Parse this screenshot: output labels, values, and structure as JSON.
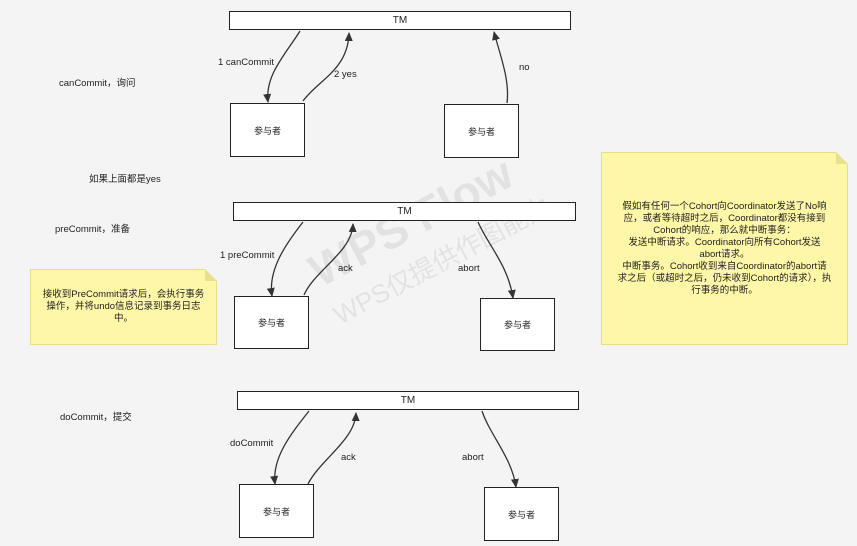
{
  "tm_label": "TM",
  "participant_label": "参与者",
  "watermark": {
    "line1": "WPS Flow",
    "line2": "WPS仅提供作图能力"
  },
  "phase1": {
    "side_label": "canCommit，询问",
    "arrow_request": "1 canCommit",
    "arrow_reply_yes": "2 yes",
    "arrow_reply_no": "no"
  },
  "condition_label": "如果上面都是yes",
  "phase2": {
    "side_label": "preCommit，准备",
    "arrow_request": "1 preCommit",
    "arrow_ack": "ack",
    "arrow_abort": "abort"
  },
  "phase3": {
    "side_label": "doCommit，提交",
    "arrow_request": "doCommit",
    "arrow_ack": "ack",
    "arrow_abort": "abort"
  },
  "note_precommit": {
    "line1": "接收到PreCommit请求后，会执行事务",
    "line2": "操作，并将undo信息记录到事务日志",
    "line3": "中。"
  },
  "note_abort": {
    "line1": "假如有任何一个Cohort向Coordinator发送了No响",
    "line2": "应，或者等待超时之后，Coordinator都没有接到",
    "line3": "Cohort的响应，那么就中断事务：",
    "line4": "发送中断请求。Coordinator向所有Cohort发送",
    "line5": "abort请求。",
    "line6": "中断事务。Cohort收到来自Coordinator的abort请",
    "line7": "求之后（或超时之后，仍未收到Cohort的请求），执",
    "line8": "行事务的中断。"
  }
}
